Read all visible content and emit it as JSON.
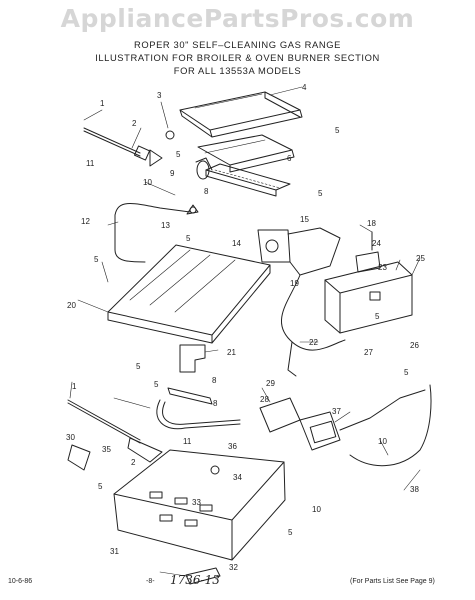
{
  "watermark": "AppliancePartsPros.com",
  "header": {
    "line1": "ROPER 30\" SELF–CLEANING GAS RANGE",
    "line2": "ILLUSTRATION FOR BROILER & OVEN BURNER SECTION",
    "line3": "FOR ALL 13553A  MODELS"
  },
  "footer": {
    "date": "10-6-86",
    "page_mark": "-8-",
    "handwritten": "1736-13",
    "note": "(For Parts List See Page 9)"
  },
  "callouts": [
    "1",
    "2",
    "3",
    "4",
    "5",
    "5",
    "5",
    "6",
    "8",
    "9",
    "10",
    "11",
    "12",
    "13",
    "5",
    "15",
    "14",
    "19",
    "5",
    "18",
    "24",
    "23",
    "25",
    "20",
    "5",
    "21",
    "22",
    "27",
    "5",
    "26",
    "5",
    "8",
    "5",
    "8",
    "1",
    "29",
    "28",
    "37",
    "11",
    "30",
    "35",
    "36",
    "2",
    "5",
    "34",
    "33",
    "10",
    "5",
    "10",
    "38",
    "31",
    "32"
  ]
}
